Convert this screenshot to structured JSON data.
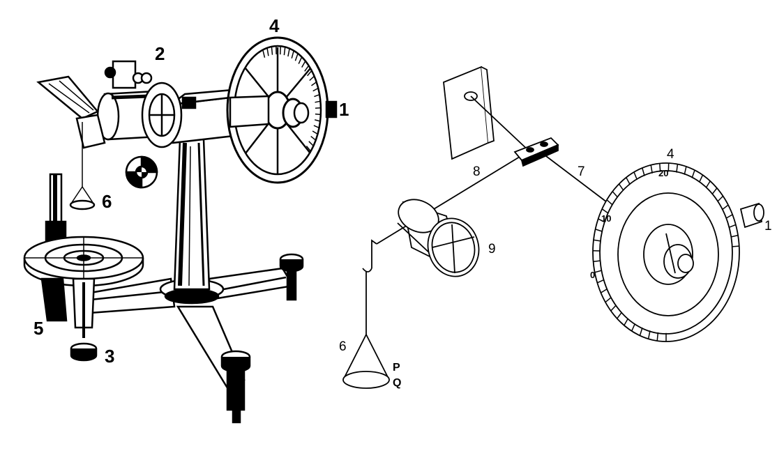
{
  "left_figure": {
    "callouts": {
      "dial": "4",
      "clamp": "2",
      "knob_right": "1",
      "weight_pan": "6",
      "table_clamp": "5",
      "foot_screw": "3"
    }
  },
  "right_figure": {
    "callouts": {
      "dial": "4",
      "knob": "1",
      "wire_lower": "7",
      "wire_upper": "8",
      "drum": "9",
      "pan": "6",
      "pan_top": "P",
      "pan_bottom": "Q"
    },
    "scale_labels": [
      "20",
      "10",
      "0"
    ]
  },
  "colors": {
    "ink": "#000000",
    "paper": "#ffffff"
  }
}
